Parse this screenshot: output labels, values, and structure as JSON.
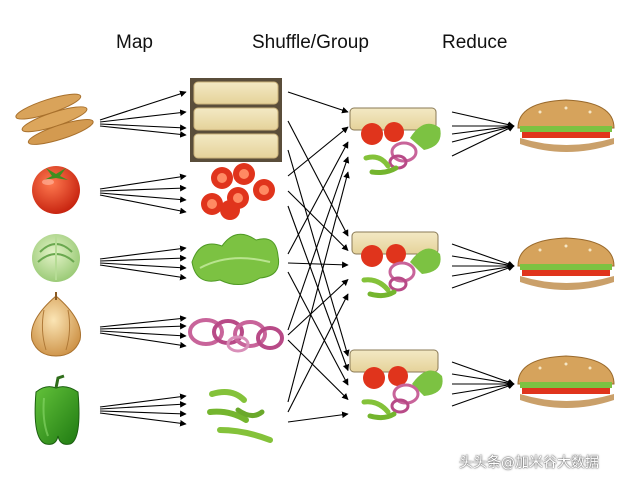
{
  "titles": {
    "map": "Map",
    "shuffle": "Shuffle/Group",
    "reduce": "Reduce"
  },
  "watermark": "头头条@加米谷大数据",
  "ingredients": [
    {
      "name": "bread-icon"
    },
    {
      "name": "tomato-icon"
    },
    {
      "name": "lettuce-icon"
    },
    {
      "name": "onion-icon"
    },
    {
      "name": "pepper-icon"
    }
  ],
  "mapped": [
    {
      "name": "bread-slices-icon"
    },
    {
      "name": "tomato-slices-icon"
    },
    {
      "name": "lettuce-leaves-icon"
    },
    {
      "name": "onion-rings-icon"
    },
    {
      "name": "pepper-strips-icon"
    }
  ],
  "groups": [
    {
      "name": "ingredient-group-1"
    },
    {
      "name": "ingredient-group-2"
    },
    {
      "name": "ingredient-group-3"
    }
  ],
  "sandwiches": [
    {
      "name": "sandwich-1-icon"
    },
    {
      "name": "sandwich-2-icon"
    },
    {
      "name": "sandwich-3-icon"
    }
  ],
  "colors": {
    "arrow": "#000000",
    "bread": "#d9a35a",
    "tomato": "#e0341c",
    "lettuce": "#7cc242",
    "onion": "#c8649a",
    "pepper": "#3a9a22"
  }
}
